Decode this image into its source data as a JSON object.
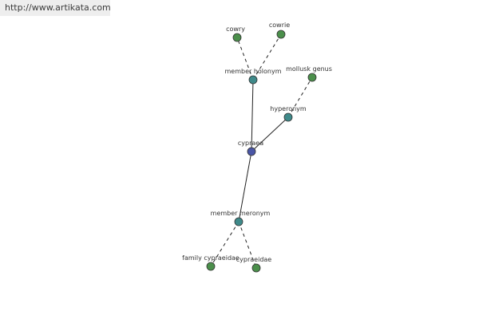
{
  "header": {
    "url": "http://www.artikata.com"
  },
  "graph": {
    "colors": {
      "center": "#4a56a6",
      "relation": "#3f8a8a",
      "leaf": "#4b8f4b"
    },
    "nodes": [
      {
        "id": "cypraea",
        "label": "cypraea",
        "kind": "center"
      },
      {
        "id": "member-holonym",
        "label": "member holonym",
        "kind": "relation"
      },
      {
        "id": "hyperonym",
        "label": "hyperonym",
        "kind": "relation"
      },
      {
        "id": "member-meronym",
        "label": "member meronym",
        "kind": "relation"
      },
      {
        "id": "cowry",
        "label": "cowry",
        "kind": "leaf"
      },
      {
        "id": "cowrie",
        "label": "cowrie",
        "kind": "leaf"
      },
      {
        "id": "mollusk-genus",
        "label": "mollusk genus",
        "kind": "leaf"
      },
      {
        "id": "family-cypraeidae",
        "label": "family cypraeidae",
        "kind": "leaf"
      },
      {
        "id": "cypraeidae",
        "label": "cypraeidae",
        "kind": "leaf"
      }
    ],
    "edges": [
      {
        "from": "cypraea",
        "to": "member-holonym",
        "style": "solid"
      },
      {
        "from": "cypraea",
        "to": "hyperonym",
        "style": "solid"
      },
      {
        "from": "cypraea",
        "to": "member-meronym",
        "style": "solid"
      },
      {
        "from": "member-holonym",
        "to": "cowry",
        "style": "dashed"
      },
      {
        "from": "member-holonym",
        "to": "cowrie",
        "style": "dashed"
      },
      {
        "from": "hyperonym",
        "to": "mollusk-genus",
        "style": "dashed"
      },
      {
        "from": "member-meronym",
        "to": "family-cypraeidae",
        "style": "dashed"
      },
      {
        "from": "member-meronym",
        "to": "cypraeidae",
        "style": "dashed"
      }
    ]
  }
}
